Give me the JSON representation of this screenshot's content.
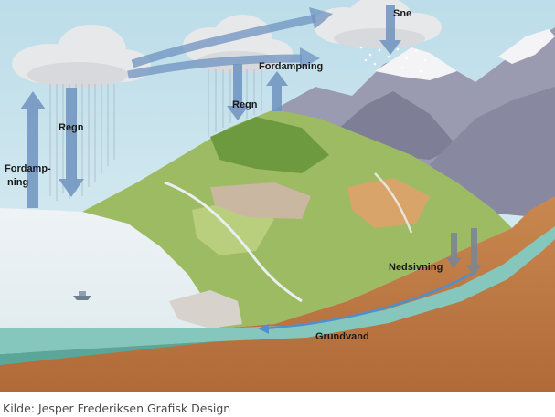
{
  "labels": {
    "sne": "Sne",
    "fordampning_top": "Fordampning",
    "regn_left": "Regn",
    "regn_middle": "Regn",
    "fordampning_left_1": "Fordamp-",
    "fordampning_left_2": "ning",
    "nedsivning": "Nedsivning",
    "grundvand": "Grundvand"
  },
  "caption": "Kilde: Jesper Frederiksen Grafisk Design",
  "colors": {
    "sky": "#cfe6ee",
    "sea": "#e9f0f2",
    "cloud": "#e6e8ea",
    "arrow": "#6f93c0",
    "arrow_gray": "#7c8694",
    "soil": "#c07a45",
    "grass": "#8fb25a",
    "mountain": "#8f8fa6",
    "groundwater": "#7fc2ba",
    "snow": "#f4f4f6"
  }
}
